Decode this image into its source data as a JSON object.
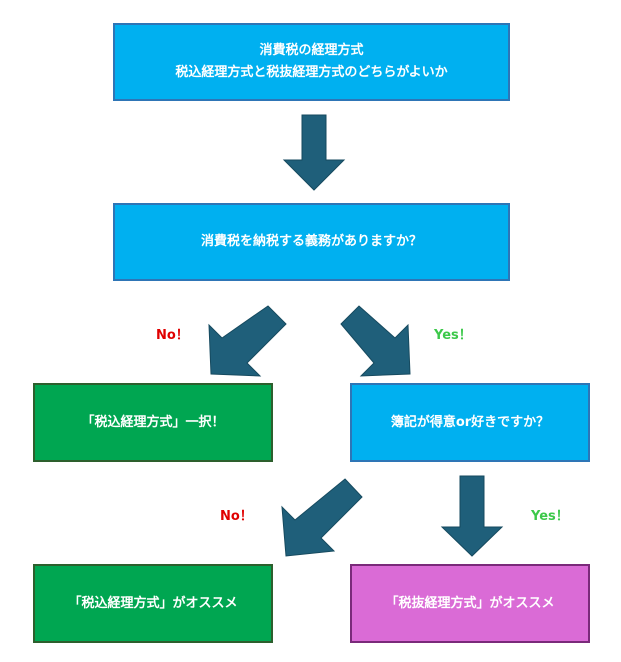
{
  "boxes": {
    "top": {
      "line1": "消費税の経理方式",
      "line2": "税込経理方式と税抜経理方式のどちらがよいか"
    },
    "question1": "消費税を納税する義務がありますか？",
    "result_tax_included_only": "「税込経理方式」一択！",
    "question2": "簿記が得意or好きですか？",
    "result_tax_included_recommended": "「税込経理方式」がオススメ",
    "result_tax_excluded_recommended": "「税抜経理方式」がオススメ"
  },
  "labels": {
    "no1": "No！",
    "yes1": "Yes！",
    "no2": "No！",
    "yes2": "Yes！"
  },
  "colors": {
    "box_blue": "#00b0f0",
    "box_green": "#00a651",
    "box_purple": "#da6bd6",
    "arrow": "#1f5f7a",
    "no_text": "#e00000",
    "yes_text": "#3cc84a"
  }
}
